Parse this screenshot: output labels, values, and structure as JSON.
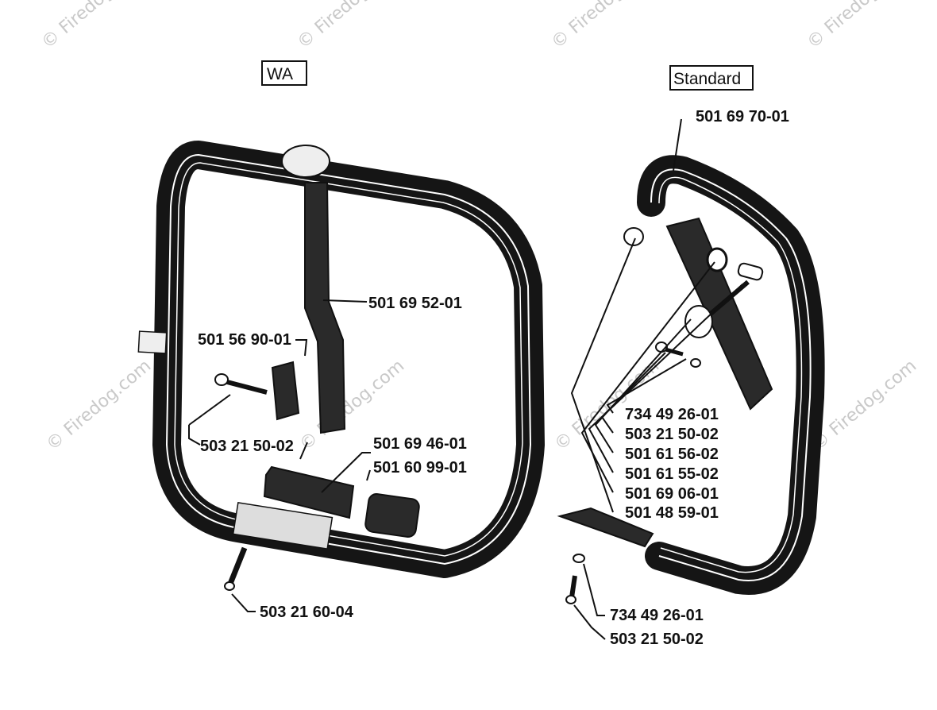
{
  "variants": {
    "left": "WA",
    "right": "Standard"
  },
  "watermarks": {
    "symbol": "©",
    "text": "Firedog.com",
    "partial": "Firedog"
  },
  "left_parts": {
    "bracket": "501 69 52-01",
    "plate": "501 56 90-01",
    "screw": "503 21 50-02",
    "cover": "501 69 46-01",
    "sleeve": "501 60 99-01",
    "bottom_screw": "503 21 60-04"
  },
  "right_parts": {
    "handle": "501 69 70-01",
    "p1": "734 49 26-01",
    "p2": "503 21 50-02",
    "p3": "501 61 56-02",
    "p4": "501 61 55-02",
    "p5": "501 69 06-01",
    "p6": "501 48 59-01",
    "bottom_washer": "734 49 26-01",
    "bottom_screw": "503 21 50-02"
  }
}
